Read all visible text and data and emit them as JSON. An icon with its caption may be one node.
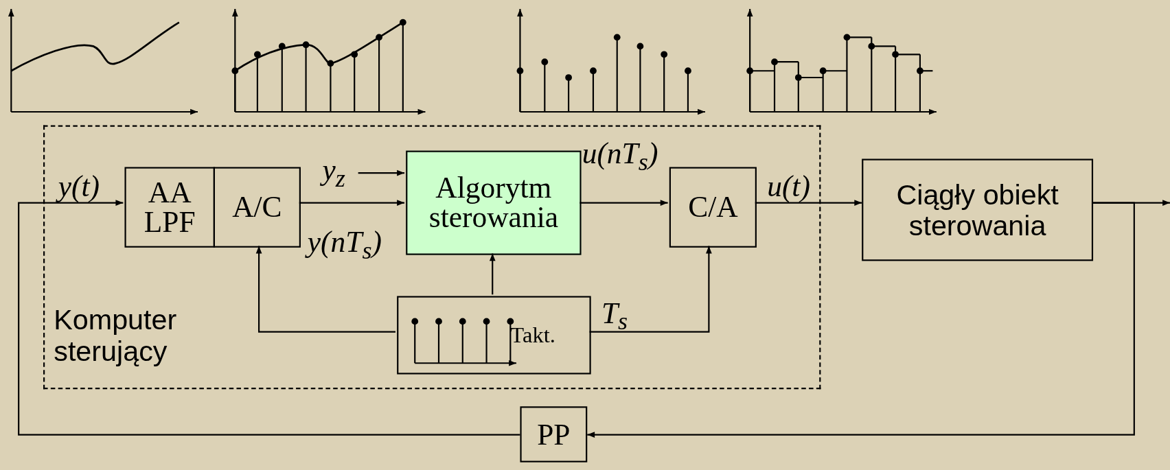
{
  "diagram": {
    "nodes": [
      {
        "text": [
          "Komputer sterujący"
        ]
      },
      {
        "text": [
          "AA LPF"
        ],
        "in": 0
      },
      {
        "text": [
          "A/C"
        ],
        "in": 0
      },
      {
        "text": [
          "Algorytm sterowania"
        ],
        "in": 0
      },
      {
        "text": [
          "C/A"
        ],
        "in": 0
      },
      {
        "text": [
          "Takt."
        ],
        "in": 0
      },
      {
        "text": [
          "Ciągły obiekt sterowania"
        ]
      },
      {
        "text": [
          "PP"
        ]
      }
    ],
    "edges": [
      {
        "from": 7,
        "to": 1,
        "arrow": "to",
        "label": "y(t)"
      },
      {
        "from": 2,
        "to": 3,
        "arrow": "to",
        "label": "y(nT$_{s}$)"
      },
      {
        "from": null,
        "to": 3,
        "arrow": "to",
        "label": "y$_{z}$"
      },
      {
        "from": 3,
        "to": 4,
        "arrow": "to",
        "label": "u(nT$_{s}$)"
      },
      {
        "from": 4,
        "to": 6,
        "arrow": "to",
        "label": "u(t)"
      },
      {
        "from": 6,
        "to": null,
        "arrow": "to"
      },
      {
        "from": 6,
        "to": 7,
        "arrow": "to"
      },
      {
        "from": 5,
        "to": 2,
        "arrow": "to"
      },
      {
        "from": 5,
        "to": 3,
        "arrow": "to"
      },
      {
        "from": 5,
        "to": 4,
        "arrow": "to",
        "label": "T$_{s}$"
      }
    ]
  }
}
